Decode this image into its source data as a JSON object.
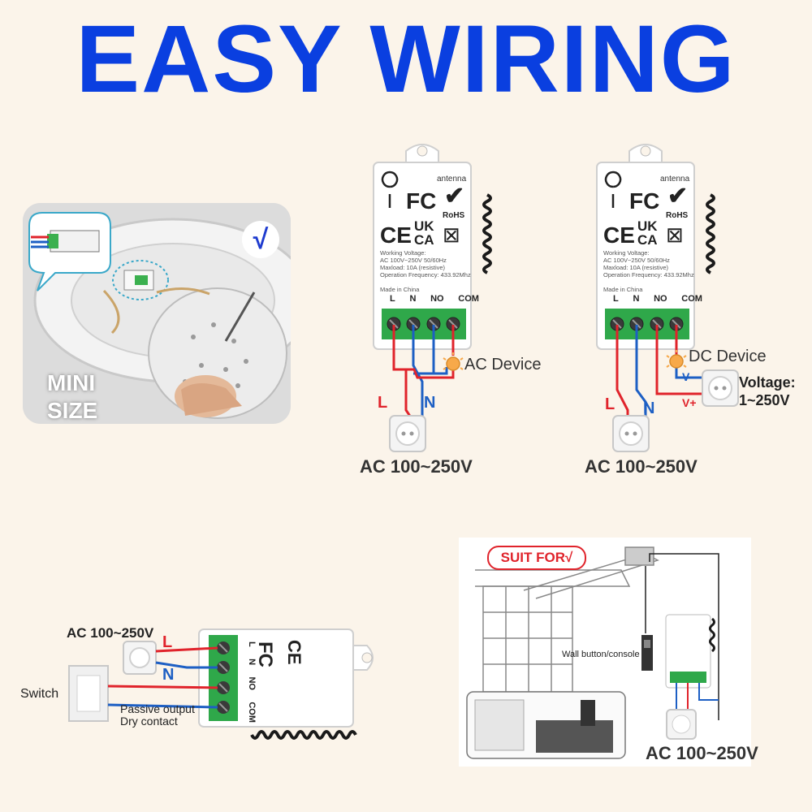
{
  "title": "EASY WIRING",
  "photo": {
    "badge": "√",
    "mini_text": "MINI SIZE"
  },
  "module": {
    "antenna_label": "antenna",
    "fc_mark": "FC",
    "rohs_mark": "RoHS",
    "ce_mark": "CE",
    "ukca_mark_1": "UK",
    "ukca_mark_2": "CA",
    "spec_1": "Working Voltage:",
    "spec_2": "AC 100V~250V 50/60Hz",
    "spec_3": "Maxload: 10A (resistive)",
    "spec_4": "Operation Frequency: 433.92Mhz",
    "spec_5": "Made in China",
    "terminals": [
      "L",
      "N",
      "NO",
      "COM"
    ]
  },
  "diagram_ac": {
    "device_label": "AC Device",
    "wire_l": "L",
    "wire_n": "N",
    "supply_label": "AC 100~250V"
  },
  "diagram_dc": {
    "device_label": "DC Device",
    "v_minus": "V-",
    "v_plus": "V+",
    "voltage_label_1": "Voltage:",
    "voltage_label_2": "1~250V",
    "supply_label": "AC 100~250V"
  },
  "diagram_switch": {
    "supply_label": "AC 100~250V",
    "wire_l": "L",
    "wire_n": "N",
    "switch_label": "Switch",
    "passive_1": "Passive output",
    "passive_2": "Dry contact"
  },
  "diagram_garage": {
    "suit_label": "SUIT FOR√",
    "wall_button_label": "Wall button/console",
    "supply_label": "AC 100~250V"
  },
  "colors": {
    "title_blue": "#0a3fe0",
    "wire_red": "#e0232b",
    "wire_blue": "#1d5fc4",
    "terminal_green": "#2fa84a",
    "background": "#fbf4ea"
  }
}
